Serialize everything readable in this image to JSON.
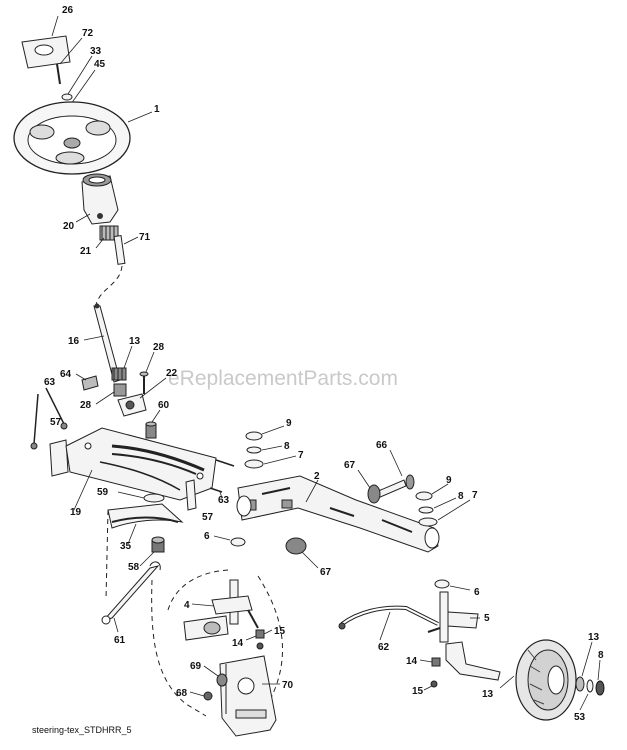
{
  "diagram": {
    "caption": "steering-tex_STDHRR_5",
    "watermark": "eReplacementParts.com",
    "callouts": {
      "c26": "26",
      "c72": "72",
      "c33": "33",
      "c45": "45",
      "c1": "1",
      "c20": "20",
      "c21": "21",
      "c71": "71",
      "c16": "16",
      "c13a": "13",
      "c28a": "28",
      "c28b": "28",
      "c22": "22",
      "c64": "64",
      "c63a": "63",
      "c60": "60",
      "c57a": "57",
      "c19": "19",
      "c59": "59",
      "c63b": "63",
      "c57b": "57",
      "c35": "35",
      "c58": "58",
      "c61": "61",
      "c9a": "9",
      "c8a": "8",
      "c7a": "7",
      "c2": "2",
      "c66": "66",
      "c67a": "67",
      "c9b": "9",
      "c8b": "8",
      "c7b": "7",
      "c6a": "6",
      "c67b": "67",
      "c4": "4",
      "c14a": "14",
      "c15a": "15",
      "c69": "69",
      "c68": "68",
      "c70": "70",
      "c62": "62",
      "c6b": "6",
      "c5": "5",
      "c14b": "14",
      "c15b": "15",
      "c13b": "13",
      "c13c": "13",
      "c8c": "8",
      "c53": "53"
    }
  }
}
